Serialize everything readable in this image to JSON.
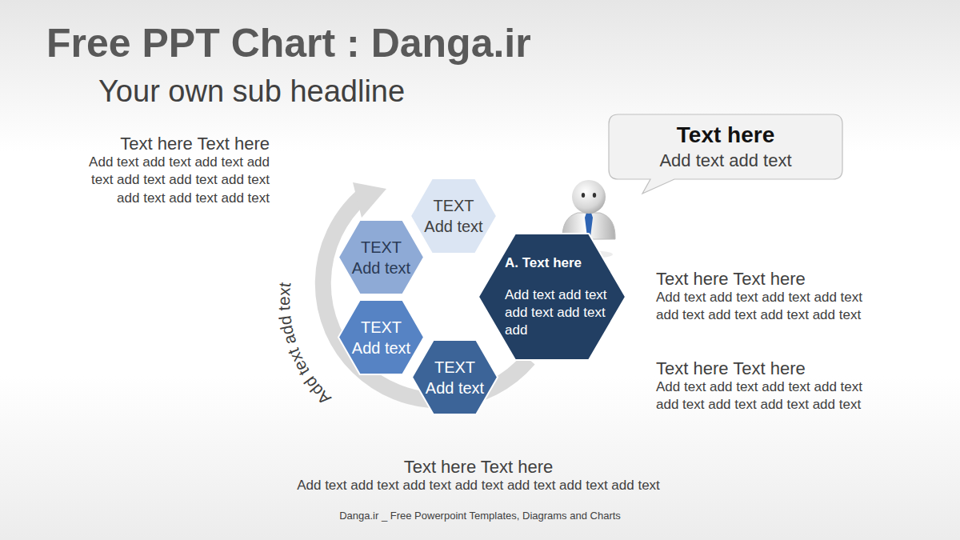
{
  "diagram": {
    "title": "Free PPT Chart : Danga.ir",
    "nodes": [
      {
        "text": [
          "Text here",
          "Add text add text"
        ]
      },
      {
        "text": [
          "TEXT",
          "Add text"
        ]
      },
      {
        "text": [
          "TEXT",
          "Add text"
        ]
      },
      {
        "text": [
          "TEXT",
          "Add text"
        ]
      },
      {
        "text": [
          "TEXT",
          "Add text"
        ]
      },
      {
        "text": [
          "A. Text here",
          "Add text add text add text add text add"
        ]
      }
    ],
    "labels": [
      "Your own sub headline",
      "Text here Text here",
      "Add text add text add text add text add text add text add text add text add text add text",
      "Add text add text",
      "Text here Text here",
      "Add text add text add text add text add text add text add text add text",
      "Text here Text here",
      "Add text add text add text add text add text add text add text add text",
      "Text here Text here",
      "Add text add text add text add text add text add text add text",
      "Danga.ir _ Free Powerpoint Templates, Diagrams and Charts"
    ]
  }
}
